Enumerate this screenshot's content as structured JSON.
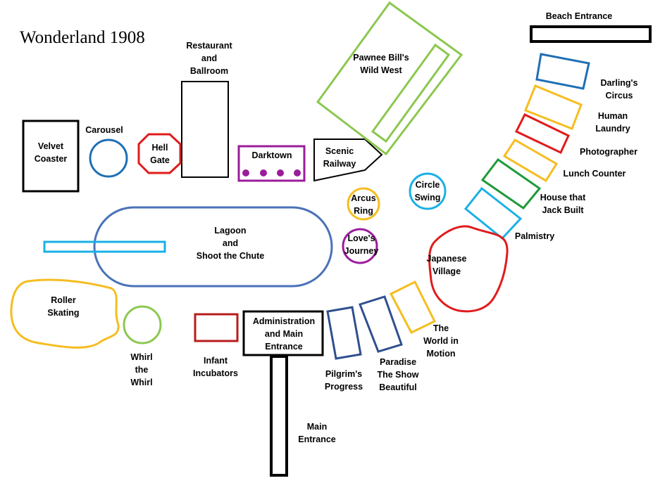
{
  "title": "Wonderland 1908",
  "colors": {
    "black": "#000000",
    "blue": "#1f6fb4",
    "red": "#e01b1b",
    "darkred": "#b71c1c",
    "gold": "#f5bd1f",
    "lightgreen": "#8cc850",
    "cyan": "#1ab0e6",
    "purple": "#9b1c9b",
    "steelblue": "#4a72b8",
    "navy": "#2f4f8f",
    "green": "#1e9a3a"
  },
  "labels": {
    "velvet_coaster": [
      "Velvet",
      "Coaster"
    ],
    "carousel": [
      "Carousel"
    ],
    "hell_gate": [
      "Hell",
      "Gate"
    ],
    "restaurant": [
      "Restaurant",
      "and",
      "Ballroom"
    ],
    "darktown": [
      "Darktown"
    ],
    "scenic_railway": [
      "Scenic",
      "Railway"
    ],
    "pawnee_bill": [
      "Pawnee Bill's",
      "Wild West"
    ],
    "beach_entrance": [
      "Beach Entrance"
    ],
    "darlings_circus": [
      "Darling's",
      "Circus"
    ],
    "human_laundry": [
      "Human",
      "Laundry"
    ],
    "photographer": [
      "Photographer"
    ],
    "lunch_counter": [
      "Lunch Counter"
    ],
    "house_jack": [
      "House that",
      "Jack Built"
    ],
    "palmistry": [
      "Palmistry"
    ],
    "circle_swing": [
      "Circle",
      "Swing"
    ],
    "arcus_ring": [
      "Arcus",
      "Ring"
    ],
    "loves_journey": [
      "Love's",
      "Journey"
    ],
    "lagoon": [
      "Lagoon",
      "and",
      "Shoot the Chute"
    ],
    "japanese_village": [
      "Japanese",
      "Village"
    ],
    "roller_skating": [
      "Roller",
      "Skating"
    ],
    "whirl": [
      "Whirl",
      "the",
      "Whirl"
    ],
    "infant_incubators": [
      "Infant",
      "Incubators"
    ],
    "administration": [
      "Administration",
      "and Main",
      "Entrance"
    ],
    "pilgrims_progress": [
      "Pilgrim's",
      "Progress"
    ],
    "paradise": [
      "Paradise",
      "The Show",
      "Beautiful"
    ],
    "world_in_motion": [
      "The",
      "World in",
      "Motion"
    ],
    "main_entrance": [
      "Main",
      "Entrance"
    ]
  }
}
